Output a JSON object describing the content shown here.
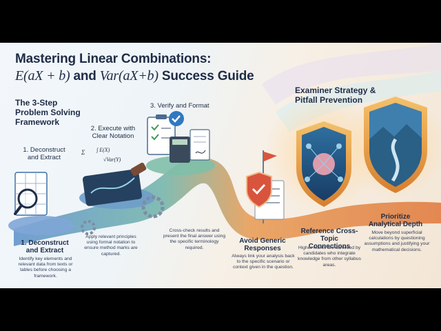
{
  "title": {
    "line1": "Mastering Linear Combinations:",
    "line2_math_a": "E(aX + b)",
    "line2_and": " and ",
    "line2_math_b": "Var(aX+b)",
    "line2_suffix": " Success Guide"
  },
  "framework": {
    "heading": "The 3-Step Problem Solving Framework",
    "steps": [
      {
        "label": "1. Deconstruct and Extract",
        "title": "1. Deconstruct and Extract",
        "description": "Identify key elements and relevant data from texts or tables before choosing a framework."
      },
      {
        "label": "2. Execute with Clear Notation",
        "description": "Apply relevant principles using formal notation to ensure method marks are captured."
      },
      {
        "label": "3. Verify and Format",
        "description": "Cross-check results and present the final answer using the specific terminology required."
      }
    ]
  },
  "strategy": {
    "heading": "Examiner Strategy & Pitfall Prevention",
    "items": [
      {
        "title": "Avoid Generic Responses",
        "description": "Always link your analysis back to the specific scenario or context given in the question."
      },
      {
        "title": "Reference Cross-Topic Connections",
        "description": "Higher marks are achieved by candidates who integrate knowledge from other syllabus areas."
      },
      {
        "title": "Prioritize Analytical Depth",
        "description": "Move beyond superficial calculations by questioning assumptions and justifying your mathematical decisions."
      }
    ]
  },
  "colors": {
    "navy": "#1e2c46",
    "blue": "#3d7fbf",
    "teal": "#5aa7a4",
    "orange": "#e8873a",
    "shield_red": "#d9543c"
  }
}
